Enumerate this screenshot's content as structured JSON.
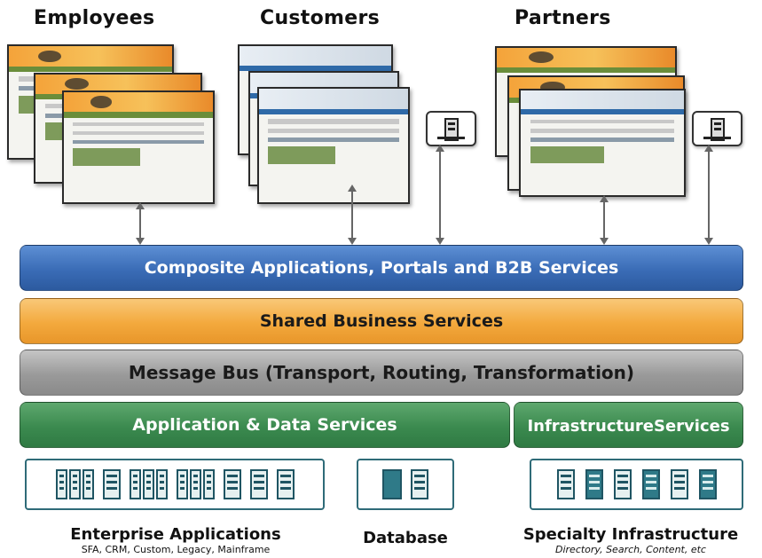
{
  "groups": {
    "employees": "Employees",
    "customers": "Customers",
    "partners": "Partners"
  },
  "layers": {
    "composite": "Composite Applications, Portals and B2B Services",
    "shared": "Shared Business Services",
    "message_bus": "Message Bus (Transport, Routing, Transformation)",
    "app_data": "Application & Data Services",
    "infra_line1": "Infrastructure",
    "infra_line2": "Services"
  },
  "systems": {
    "enterprise": {
      "title": "Enterprise Applications",
      "subtitle": "SFA, CRM, Custom, Legacy, Mainframe"
    },
    "database": {
      "title": "Database"
    },
    "specialty": {
      "title": "Specialty Infrastructure",
      "subtitle": "Directory, Search, Content, etc"
    }
  },
  "colors": {
    "composite": "#3a6cb6",
    "shared": "#f3a93d",
    "message_bus": "#9a9a9a",
    "services": "#3b8a4f",
    "system_border": "#2f6b78"
  }
}
